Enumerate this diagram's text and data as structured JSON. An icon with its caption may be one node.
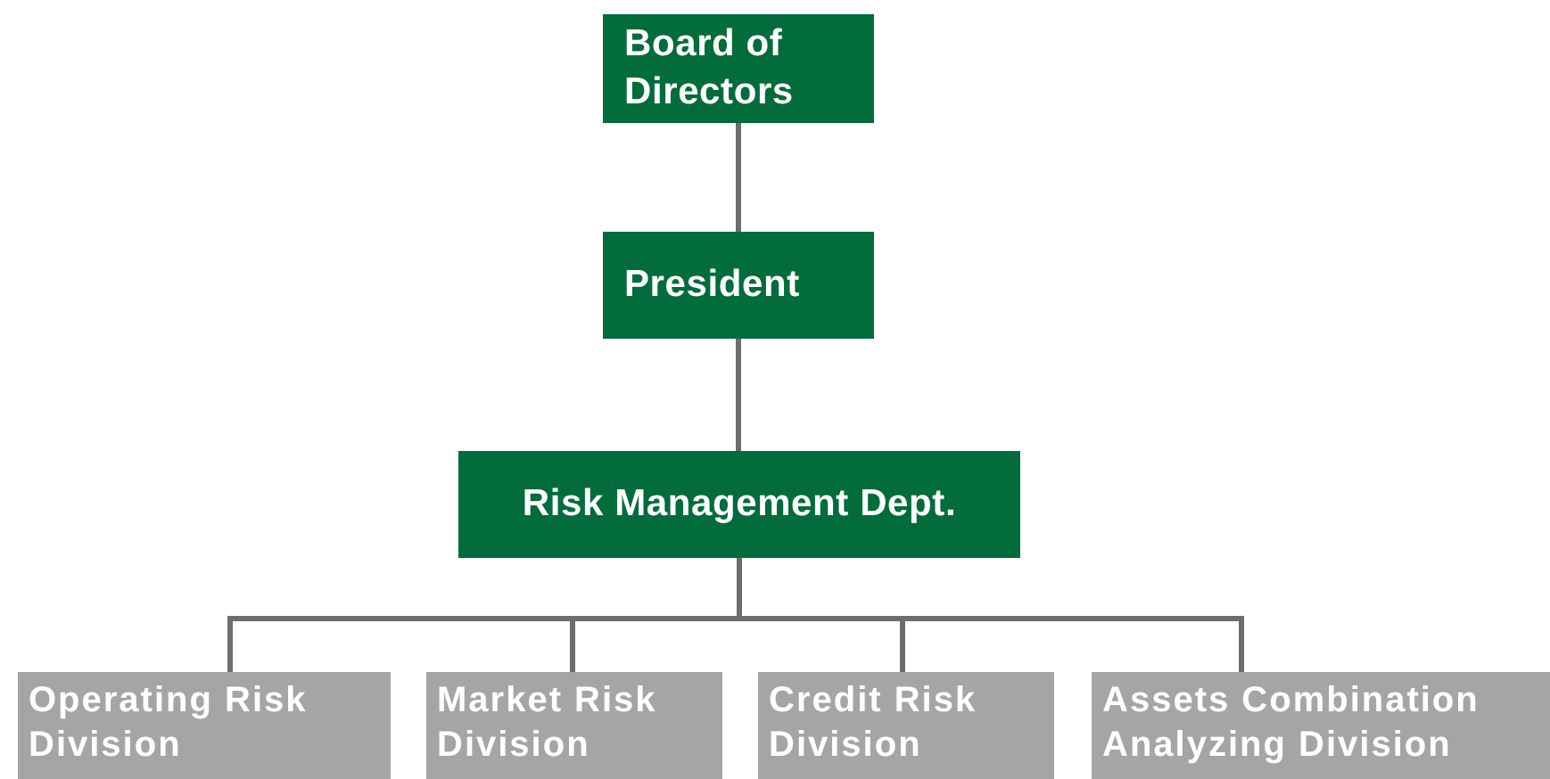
{
  "diagram": {
    "nodes": [
      {
        "text": [
          "Board of Directors"
        ]
      },
      {
        "text": [
          "President"
        ]
      },
      {
        "text": [
          "Risk Management Dept."
        ]
      },
      {
        "text": [
          "Operating Risk Division"
        ]
      },
      {
        "text": [
          "Market Risk Division"
        ]
      },
      {
        "text": [
          "Credit Risk Division"
        ]
      },
      {
        "text": [
          "Assets Combination Analyzing Division"
        ]
      }
    ],
    "edges": [
      {
        "from": 0,
        "to": 1,
        "arrow": "none"
      },
      {
        "from": 1,
        "to": 2,
        "arrow": "none"
      },
      {
        "from": 2,
        "to": 3,
        "arrow": "none"
      },
      {
        "from": 2,
        "to": 4,
        "arrow": "none"
      },
      {
        "from": 2,
        "to": 5,
        "arrow": "none"
      },
      {
        "from": 2,
        "to": 6,
        "arrow": "none"
      }
    ]
  }
}
